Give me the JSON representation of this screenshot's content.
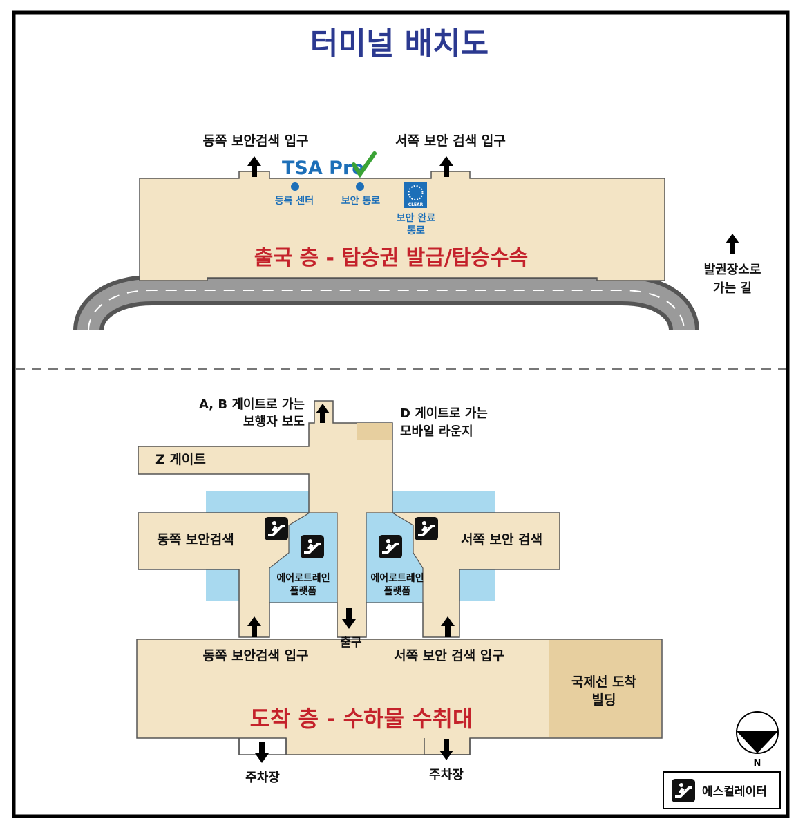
{
  "title": "터미널 배치도",
  "colors": {
    "floor": "#f3e4c5",
    "building": "#e7cf9f",
    "water": "#a8d9ef",
    "title": "#2b3990",
    "floor_title": "#c4222b",
    "blue_label": "#1d6fb8",
    "road": "#555555"
  },
  "departures": {
    "east_entrance": "동쪽 보안검색 입구",
    "west_entrance": "서쪽 보안 검색 입구",
    "tsa_logo": "TSA Pre",
    "enrollment": "등록 센터",
    "security_lane": "보안 통로",
    "clear_logo": "CLEAR",
    "clear_line1": "보안 완료",
    "clear_line2": "통로",
    "floor_title": "출국 층 - 탑승권 발급/탑승수속",
    "ticketing_line1": "발권장소로",
    "ticketing_line2": "가는 길"
  },
  "arrivals": {
    "ab_gates_line1": "A, B 게이트로 가는",
    "ab_gates_line2": "보행자 보도",
    "d_gates_line1": "D 게이트로 가는",
    "d_gates_line2": "모바일 라운지",
    "z_gate": "Z 게이트",
    "east_security": "동쪽 보안검색",
    "west_security": "서쪽 보안 검색",
    "aerotrain_line1": "에어로트레인",
    "aerotrain_line2": "플랫폼",
    "exit": "출구",
    "east_entrance": "동쪽 보안검색 입구",
    "west_entrance": "서쪽 보안 검색 입구",
    "floor_title": "도착 층 - 수하물 수취대",
    "intl_line1": "국제선 도착",
    "intl_line2": "빌딩",
    "parking": "주차장"
  },
  "compass": "N",
  "legend": {
    "escalator": "에스컬레이터",
    "icon": "escalator-icon"
  }
}
